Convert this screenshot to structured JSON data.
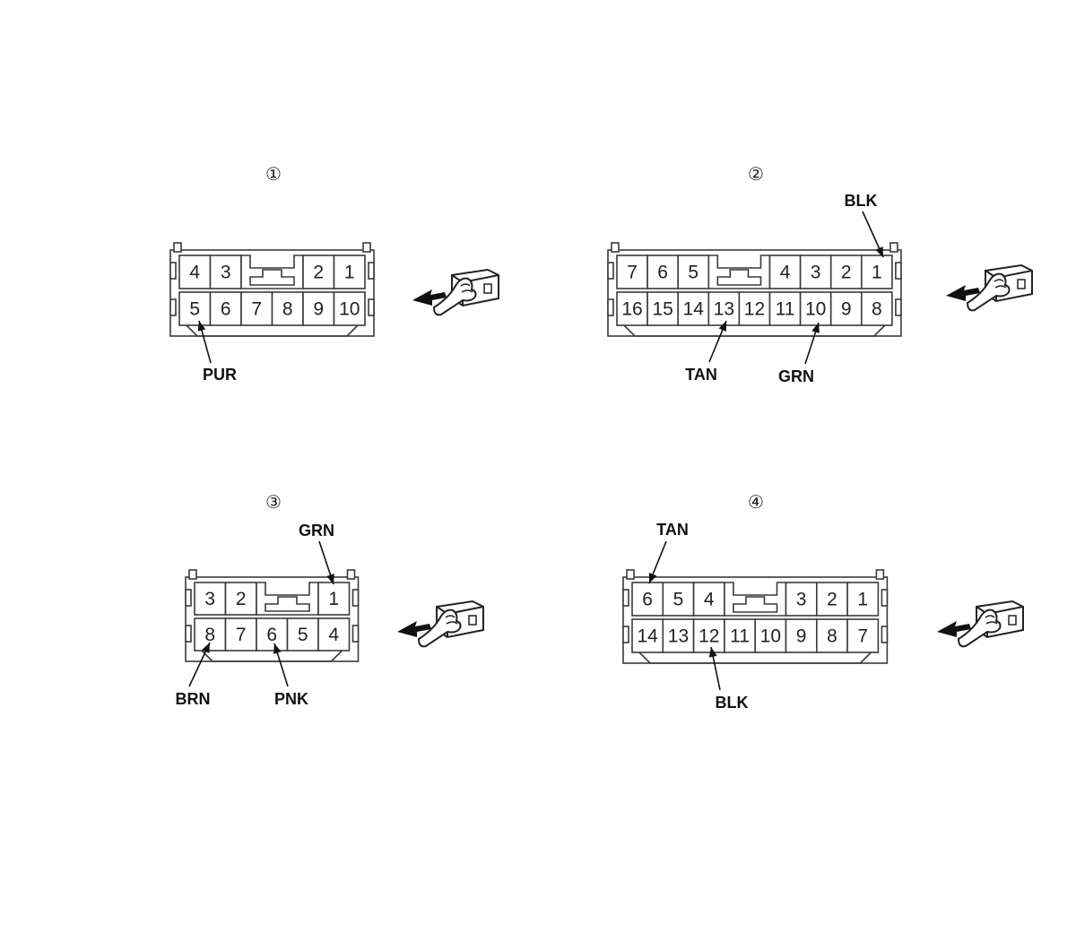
{
  "diagram": {
    "stroke_color": "#3a3a3a",
    "connectors": [
      {
        "id": "c1",
        "number": "①",
        "top_left_pins": [
          "4",
          "3"
        ],
        "top_right_pins": [
          "2",
          "1"
        ],
        "bottom_pins": [
          "5",
          "6",
          "7",
          "8",
          "9",
          "10"
        ],
        "wire_labels": [
          {
            "text": "PUR",
            "pin": "5",
            "row": "bottom"
          }
        ],
        "icon": "hand-pushing-connector-icon"
      },
      {
        "id": "c2",
        "number": "②",
        "top_left_pins": [
          "7",
          "6",
          "5"
        ],
        "top_right_pins": [
          "4",
          "3",
          "2",
          "1"
        ],
        "bottom_pins": [
          "16",
          "15",
          "14",
          "13",
          "12",
          "11",
          "10",
          "9",
          "8"
        ],
        "wire_labels": [
          {
            "text": "BLK",
            "pin": "1",
            "row": "top"
          },
          {
            "text": "TAN",
            "pin": "13",
            "row": "bottom"
          },
          {
            "text": "GRN",
            "pin": "10",
            "row": "bottom"
          }
        ],
        "icon": "hand-pushing-connector-icon"
      },
      {
        "id": "c3",
        "number": "③",
        "top_left_pins": [
          "3",
          "2"
        ],
        "top_right_pins": [
          "1"
        ],
        "bottom_pins": [
          "8",
          "7",
          "6",
          "5",
          "4"
        ],
        "wire_labels": [
          {
            "text": "GRN",
            "pin": "1",
            "row": "top"
          },
          {
            "text": "BRN",
            "pin": "8",
            "row": "bottom"
          },
          {
            "text": "PNK",
            "pin": "6",
            "row": "bottom"
          }
        ],
        "icon": "hand-pushing-connector-icon"
      },
      {
        "id": "c4",
        "number": "④",
        "top_left_pins": [
          "6",
          "5",
          "4"
        ],
        "top_right_pins": [
          "3",
          "2",
          "1"
        ],
        "bottom_pins": [
          "14",
          "13",
          "12",
          "11",
          "10",
          "9",
          "8",
          "7"
        ],
        "wire_labels": [
          {
            "text": "TAN",
            "pin": "6",
            "row": "top"
          },
          {
            "text": "BLK",
            "pin": "12",
            "row": "bottom"
          }
        ],
        "icon": "hand-pushing-connector-icon"
      }
    ]
  }
}
